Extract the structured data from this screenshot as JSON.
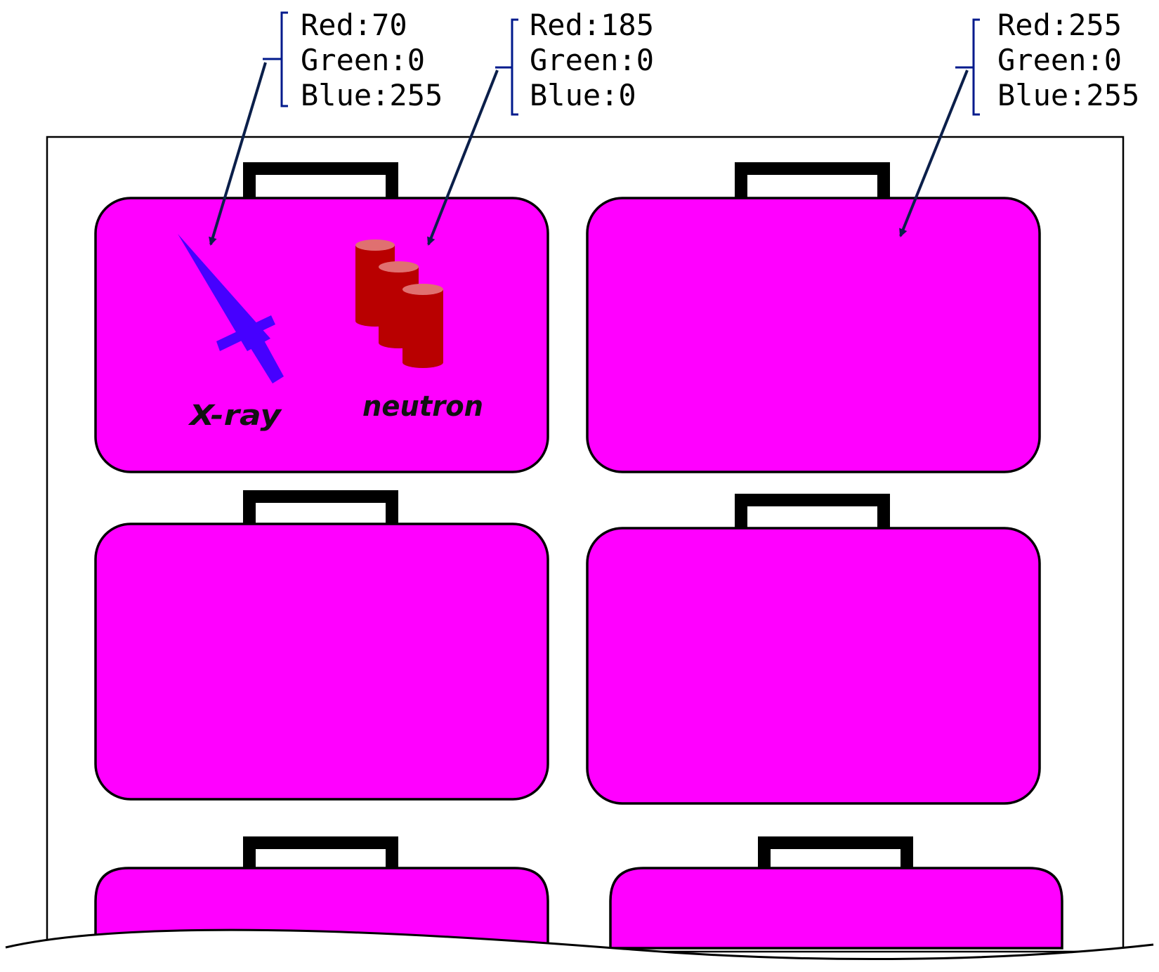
{
  "callouts": [
    {
      "lines": [
        "Red:70",
        "Green:0",
        "Blue:255"
      ]
    },
    {
      "lines": [
        "Red:185",
        "Green:0",
        "Blue:0"
      ]
    },
    {
      "lines": [
        "Red:255",
        "Green:0",
        "Blue:255"
      ]
    }
  ],
  "items": {
    "xray_label": "X-ray",
    "neutron_label": "neutron"
  },
  "colors": {
    "suitcase_fill": "#ff00ff",
    "xray_knife": "#4600ff",
    "neutron_cylinders": "#b90000",
    "cylinder_top": "#e07070",
    "outline": "#000000",
    "callout_bracket": "#001a8c",
    "arrow": "#0b1f4a"
  },
  "icons": [
    "knife-icon",
    "cylinder-stack-icon",
    "suitcase-icon"
  ]
}
